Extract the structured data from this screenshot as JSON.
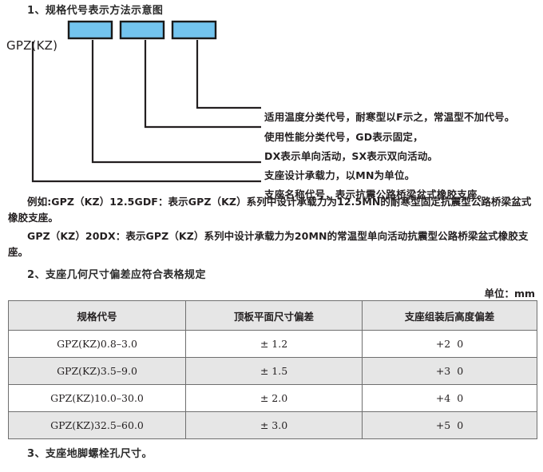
{
  "sections": {
    "heading_1": "1、规格代号表示方法示意图",
    "heading_2": "2、支座几何尺寸偏差应符合表格规定",
    "heading_3": "3、支座地脚螺栓孔尺寸。"
  },
  "diagram": {
    "code_label": "GPZ(KZ)",
    "box_color": "#73c4ee",
    "box_border_color": "#1a1a1a",
    "line_color": "#231f20",
    "boxes": [
      {
        "name": "load-capacity-box"
      },
      {
        "name": "performance-code-box"
      },
      {
        "name": "temperature-code-box"
      }
    ],
    "callouts": {
      "temperature": "适用温度分类代号，耐寒型以F示之，常温型不加代号。",
      "performance_line1": "使用性能分类代号，GD表示固定，",
      "performance_line2": "DX表示单向活动，SX表示双向活动。",
      "load": "支座设计承载力，以MN为单位。",
      "name": "支座名称代号，表示抗震公路桥梁盆式橡胶支座。"
    }
  },
  "paragraphs": {
    "example_1": "例如:GPZ（KZ）12.5GDF：表示GPZ（KZ）系列中设计承载力为12.5MN的耐寒型固定抗震型公路桥梁盆式橡胶支座。",
    "example_2": "GPZ（KZ）20DX：表示GPZ（KZ）系列中设计承载力为20MN的常温型单向活动抗震型公路桥梁盆式橡胶支座。"
  },
  "table": {
    "unit_label": "单位：mm",
    "headers": [
      "规格代号",
      "顶板平面尺寸偏差",
      "支座组装后高度偏差"
    ],
    "rows": [
      {
        "spec": "GPZ(KZ)0.8–3.0",
        "plane_tolerance": "± 1.2",
        "height_tolerance": "+2  0"
      },
      {
        "spec": "GPZ(KZ)3.5–9.0",
        "plane_tolerance": "± 1.5",
        "height_tolerance": "+3  0"
      },
      {
        "spec": "GPZ(KZ)10.0–30.0",
        "plane_tolerance": "± 2.0",
        "height_tolerance": "+4  0"
      },
      {
        "spec": "GPZ(KZ)32.5–60.0",
        "plane_tolerance": "± 3.0",
        "height_tolerance": "+5  0"
      }
    ]
  }
}
